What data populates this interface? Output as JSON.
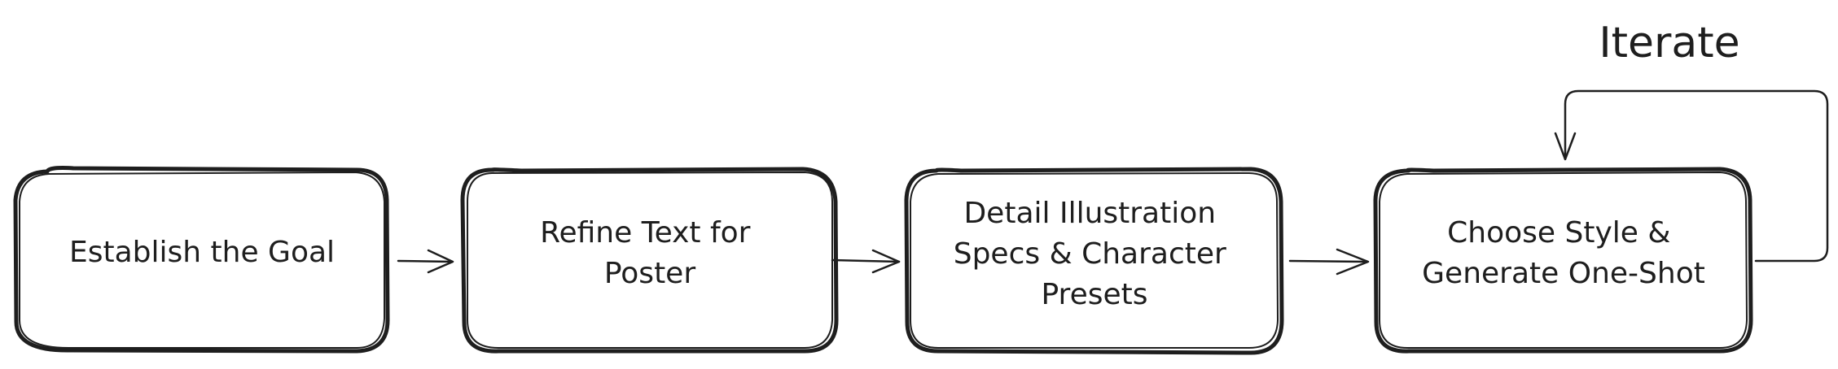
{
  "diagram": {
    "loop_label": "Iterate",
    "nodes": [
      {
        "lines": [
          "Establish the Goal"
        ]
      },
      {
        "lines": [
          "Refine Text for",
          "Poster"
        ]
      },
      {
        "lines": [
          "Detail Illustration",
          "Specs & Character",
          "Presets"
        ]
      },
      {
        "lines": [
          "Choose Style &",
          "Generate One-Shot"
        ]
      }
    ],
    "edges": [
      {
        "from": 0,
        "to": 1
      },
      {
        "from": 1,
        "to": 2
      },
      {
        "from": 2,
        "to": 3
      },
      {
        "from": 3,
        "to": 3,
        "label": "Iterate"
      }
    ]
  }
}
